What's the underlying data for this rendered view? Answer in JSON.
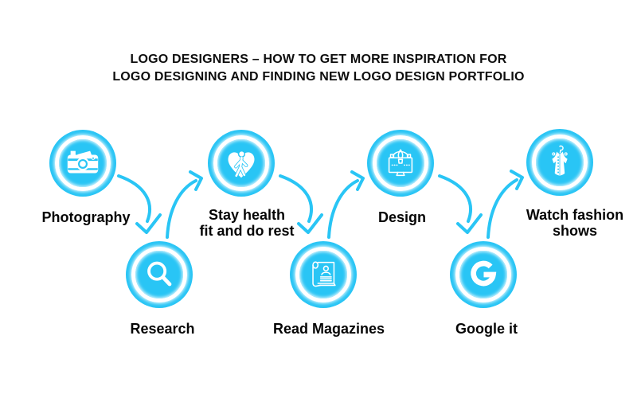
{
  "title": {
    "text": "LOGO DESIGNERS – HOW TO GET MORE INSPIRATION FOR\nLOGO DESIGNING AND FINDING NEW LOGO DESIGN PORTFOLIO"
  },
  "colors": {
    "accent": "#29C5F5",
    "icon_foreground": "#ffffff",
    "text": "#0d0d0d",
    "background": "#ffffff"
  },
  "nodes": [
    {
      "id": "photography",
      "label": "Photography",
      "icon": "camera-icon",
      "row": "top"
    },
    {
      "id": "research",
      "label": "Research",
      "icon": "magnifier-icon",
      "row": "bottom"
    },
    {
      "id": "stay-health",
      "label": "Stay health\nfit and do rest",
      "icon": "heart-walker-icon",
      "row": "top"
    },
    {
      "id": "read-magazines",
      "label": "Read Magazines",
      "icon": "magazine-icon",
      "row": "bottom"
    },
    {
      "id": "design",
      "label": "Design",
      "icon": "design-monitor-icon",
      "row": "top"
    },
    {
      "id": "google-it",
      "label": "Google it",
      "icon": "google-g-icon",
      "row": "bottom"
    },
    {
      "id": "watch-fashion",
      "label": "Watch fashion\nshows",
      "icon": "dress-icon",
      "row": "top"
    }
  ],
  "flow_order": [
    "photography",
    "research",
    "stay-health",
    "read-magazines",
    "design",
    "google-it",
    "watch-fashion"
  ]
}
